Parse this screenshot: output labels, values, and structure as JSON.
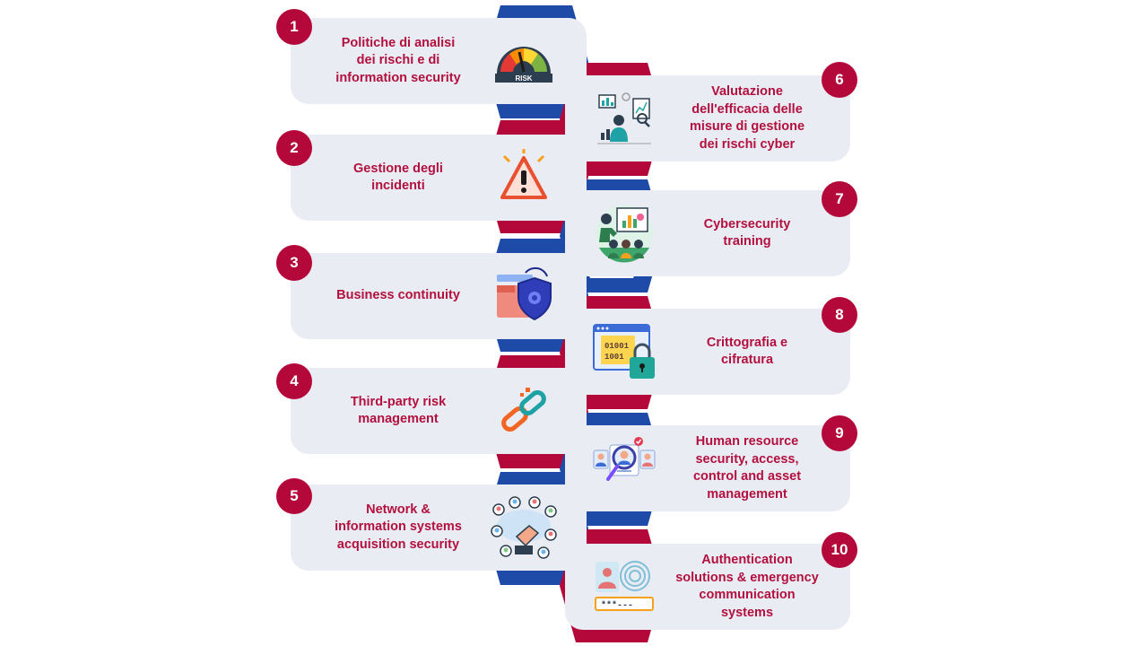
{
  "colors": {
    "primary_red": "#b5083a",
    "text_red": "#b3103f",
    "blue": "#1e4aa8",
    "card_bg": "#e9ecf2"
  },
  "items": [
    {
      "num": "1",
      "label": "Politiche di analisi\ndei rischi e di\ninformation security",
      "icon": "risk-gauge-icon",
      "side": "left"
    },
    {
      "num": "2",
      "label": "Gestione degli\nincidenti",
      "icon": "warning-triangle-icon",
      "side": "left"
    },
    {
      "num": "3",
      "label": "Business continuity",
      "icon": "shield-folder-icon",
      "side": "left"
    },
    {
      "num": "4",
      "label": "Third-party risk\nmanagement",
      "icon": "broken-chain-icon",
      "side": "left"
    },
    {
      "num": "5",
      "label": "Network &\ninformation systems\nacquisition security",
      "icon": "network-people-icon",
      "side": "left"
    },
    {
      "num": "6",
      "label": "Valutazione\ndell'efficacia delle\nmisure di gestione\ndei rischi cyber",
      "icon": "analyst-charts-icon",
      "side": "right"
    },
    {
      "num": "7",
      "label": "Cybersecurity\ntraining",
      "icon": "training-presentation-icon",
      "side": "right"
    },
    {
      "num": "8",
      "label": "Crittografia e\ncifratura",
      "icon": "binary-lock-icon",
      "side": "right"
    },
    {
      "num": "9",
      "label": "Human resource\nsecurity, access,\ncontrol and asset\nmanagement",
      "icon": "magnifier-people-icon",
      "side": "right"
    },
    {
      "num": "10",
      "label": "Authentication\nsolutions & emergency\ncommunication\nsystems",
      "icon": "fingerprint-password-icon",
      "side": "right"
    }
  ],
  "icon_texts": {
    "risk": "RISK",
    "binary1": "01001",
    "binary2": "1001",
    "password": "***---"
  }
}
